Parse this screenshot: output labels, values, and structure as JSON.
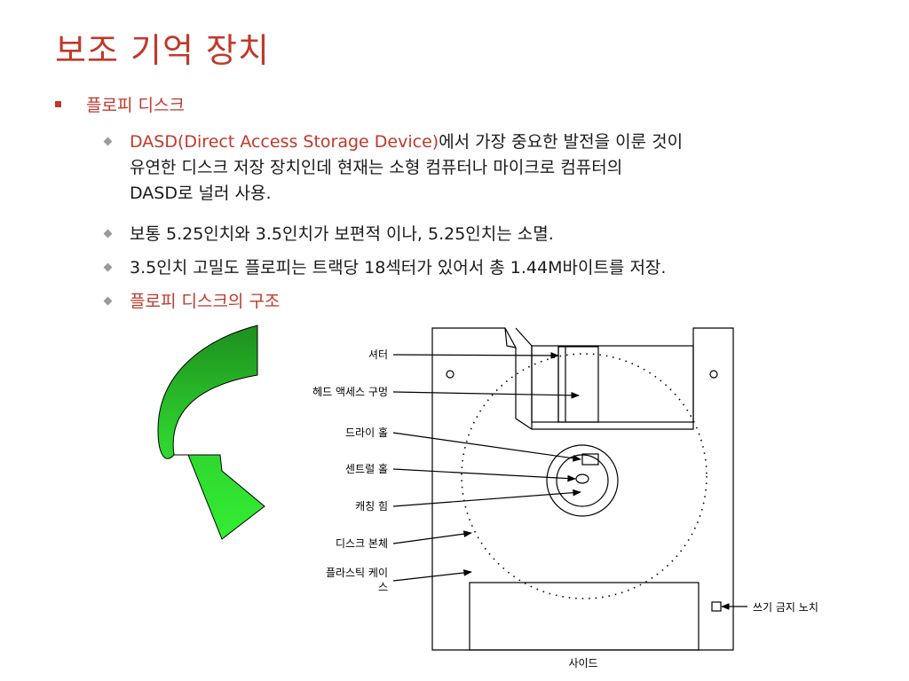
{
  "title": "보조 기억 장치",
  "heading": "플로피 디스크",
  "bullets": {
    "b1_red": "DASD(Direct Access Storage Device)",
    "b1_line1": "에서 가장 중요한 발전을 이룬 것이",
    "b1_line2": "유연한 디스크 저장 장치인데 현재는 소형 컴퓨터나 마이크로 컴퓨터의",
    "b1_line3": "DASD로 널러 사용.",
    "b2": "보통 5.25인치와 3.5인치가 보편적 이나, 5.25인치는 소멸.",
    "b3": "3.5인치 고밀도 플로피는 트랙당 18섹터가 있어서 총 1.44M바이트를 저장.",
    "b4": "플로피 디스크의 구조"
  },
  "diagram": {
    "labels": {
      "shutter": "셔터",
      "head_access": "헤드 액세스 구멍",
      "drive_hole": "드라이 홀",
      "center_hole": "센트럴 홀",
      "catch_pin": "캐칭 힘",
      "disk_body": "디스크 본체",
      "plastic_case_1": "플라스틱 케이",
      "plastic_case_2": "스",
      "write_protect": "쓰기 금지 노치",
      "side": "사이드"
    }
  },
  "colors": {
    "accent": "#c0392b",
    "arrow_dark": "#1e8f1e",
    "arrow_light": "#33ee33"
  }
}
